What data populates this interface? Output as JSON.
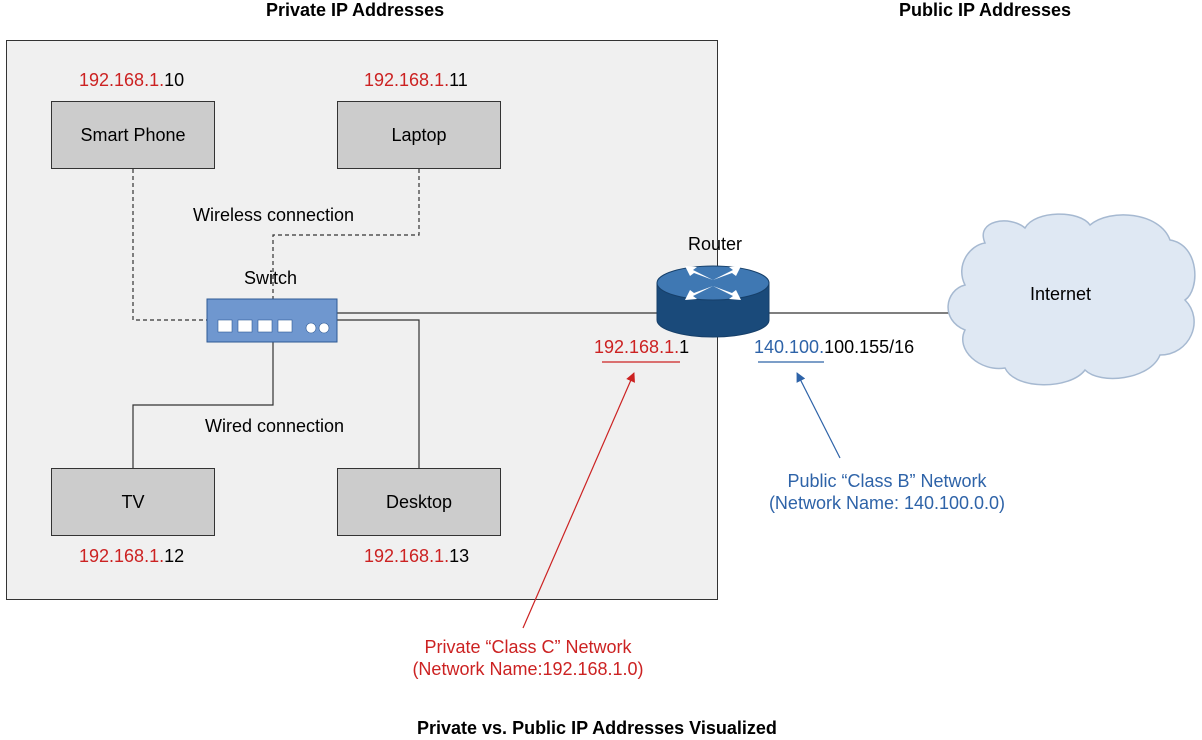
{
  "headers": {
    "private": "Private IP Addresses",
    "public": "Public IP Addresses"
  },
  "devices": {
    "smart_phone": {
      "label": "Smart Phone",
      "ip_network": "192.168.1.",
      "ip_host": "10"
    },
    "laptop": {
      "label": "Laptop",
      "ip_network": "192.168.1.",
      "ip_host": "11"
    },
    "tv": {
      "label": "TV",
      "ip_network": "192.168.1.",
      "ip_host": "12"
    },
    "desktop": {
      "label": "Desktop",
      "ip_network": "192.168.1.",
      "ip_host": "13"
    }
  },
  "connections": {
    "wireless": "Wireless connection",
    "wired": "Wired connection"
  },
  "switch": {
    "label": "Switch"
  },
  "router": {
    "label": "Router",
    "private_ip_network": "192.168.1.",
    "private_ip_host": "1",
    "public_ip_network": "140.100.",
    "public_ip_host": "100.155/16"
  },
  "internet": {
    "label": "Internet"
  },
  "callouts": {
    "public_line1": "Public “Class B” Network",
    "public_line2": "(Network Name: 140.100.0.0)",
    "private_line1": "Private “Class C” Network",
    "private_line2": "(Network Name:192.168.1.0)"
  },
  "caption": "Private vs. Public IP Addresses Visualized",
  "colors": {
    "private_accent": "#cc2222",
    "public_accent": "#2e63a8",
    "device_fill": "#cccccc",
    "area_fill": "#f0f0f0",
    "cloud_fill": "#dfe8f3",
    "cloud_stroke": "#a6b9d1"
  }
}
